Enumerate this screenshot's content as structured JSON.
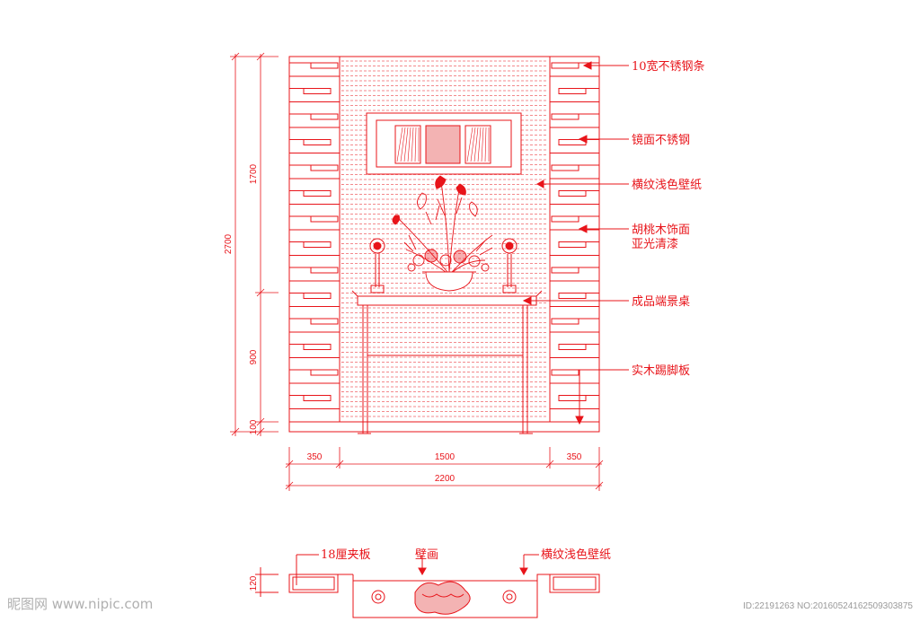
{
  "colors": {
    "line": "#e8141a",
    "watermark": "#a9a9a9"
  },
  "labels": {
    "stainless_strip": "10宽不锈钢条",
    "mirror_stainless": "镜面不锈钢",
    "wallpaper": "横纹浅色壁纸",
    "walnut_line1": "胡桃木饰面",
    "walnut_line2": "亚光清漆",
    "console": "成品端景桌",
    "skirting": "实木踢脚板"
  },
  "dimensions": {
    "total_height": "2700",
    "upper_height": "1700",
    "middle_height": "900",
    "base_height": "100",
    "left_width": "350",
    "center_width": "1500",
    "right_width": "350",
    "total_width": "2200",
    "plan_depth": "120"
  },
  "plan_labels": {
    "plywood": "18厘夹板",
    "painting": "壁画",
    "wallpaper": "横纹浅色壁纸"
  },
  "watermark": {
    "site": "昵图网 www.nipic.com",
    "id": "ID:22191263 NO:20160524162509303875"
  }
}
